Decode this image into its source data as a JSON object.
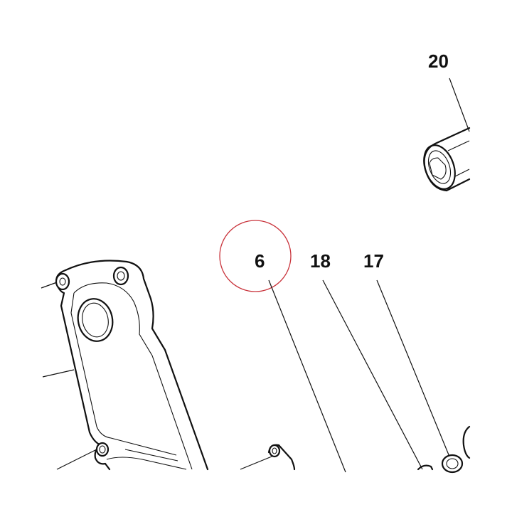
{
  "diagram": {
    "callouts": [
      {
        "id": "c20",
        "label": "20"
      },
      {
        "id": "c6",
        "label": "6"
      },
      {
        "id": "c18",
        "label": "18"
      },
      {
        "id": "c17",
        "label": "17"
      }
    ],
    "highlight": {
      "target": "6",
      "color": "#c9343c"
    }
  }
}
